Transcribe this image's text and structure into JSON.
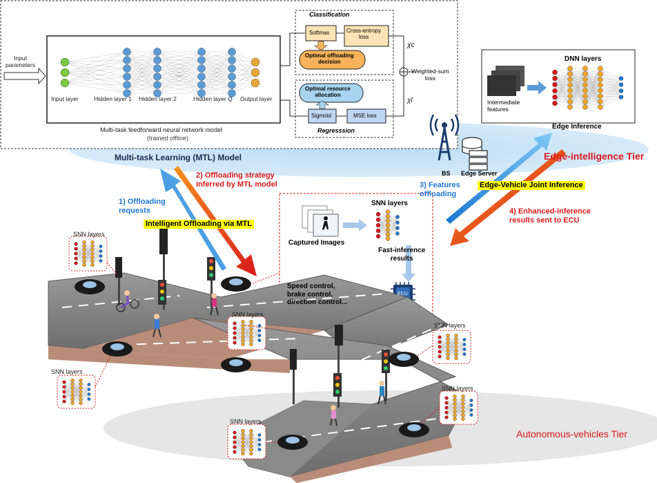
{
  "mtl_panel": {
    "input_label": "Input\nparameters",
    "layers": [
      "Input layer",
      "Hidden layer 1",
      "Hidden layer 2",
      "Hidden layer Q",
      "Output layer"
    ],
    "model_caption": "Multi-task feedforward neural network model",
    "trained_caption": "(trained offline)",
    "classification_title": "Classification",
    "softmax": "Softmax",
    "cross_entropy": "Cross-entropy\nloss",
    "offloading_decision": "Optimal offloading\ndecision",
    "weighted_sum": "Weighted-sum\nloss",
    "resource_allocation": "Optimal resource\nallocation",
    "sigmoid": "Sigmoid",
    "mse": "MSE loss",
    "regression_title": "Regresssion",
    "chi_c": "χc",
    "chi_l": "χl",
    "model_name": "Multi-task Learning (MTL) Model",
    "ellipsis": "..."
  },
  "edge": {
    "dnn_layers": "DNN layers",
    "intermediate_features": "Intermediate\nfeatures",
    "edge_inference": "Edge Inference",
    "bs": "BS",
    "edge_server": "Edge Server",
    "tier_label": "Edge-intelligence Tier"
  },
  "steps": {
    "step1": "1) Offloading\nrequests",
    "step2": "2) Offloading strategy\ninferred by MTL model",
    "step3": "3) Features\noffloading",
    "step4": "4) Enhanced-inference\nresults sent to ECU",
    "intelligent_offloading": "Intelligent Offloading via MTL",
    "joint_inference": "Edge-Vehicle Joint Inference"
  },
  "vehicle": {
    "captured_images": "Captured Images",
    "snn_layers": "SNN layers",
    "fast_inference": "Fast-inference\nresults",
    "ecu": "ECU",
    "controls": "Speed control,\nbrake control,\ndirection control..."
  },
  "road": {
    "snn_label": "SNN layers",
    "tier_label": "Autonomous-vehicles Tier"
  },
  "colors": {
    "accent_red": "#d7191c",
    "accent_blue": "#1f78d1",
    "highlight": "#ffff00",
    "neuron_green": "#7ac943",
    "neuron_blue": "#5b9bd5",
    "neuron_orange": "#f5a623",
    "road": "#8c8c8c"
  }
}
